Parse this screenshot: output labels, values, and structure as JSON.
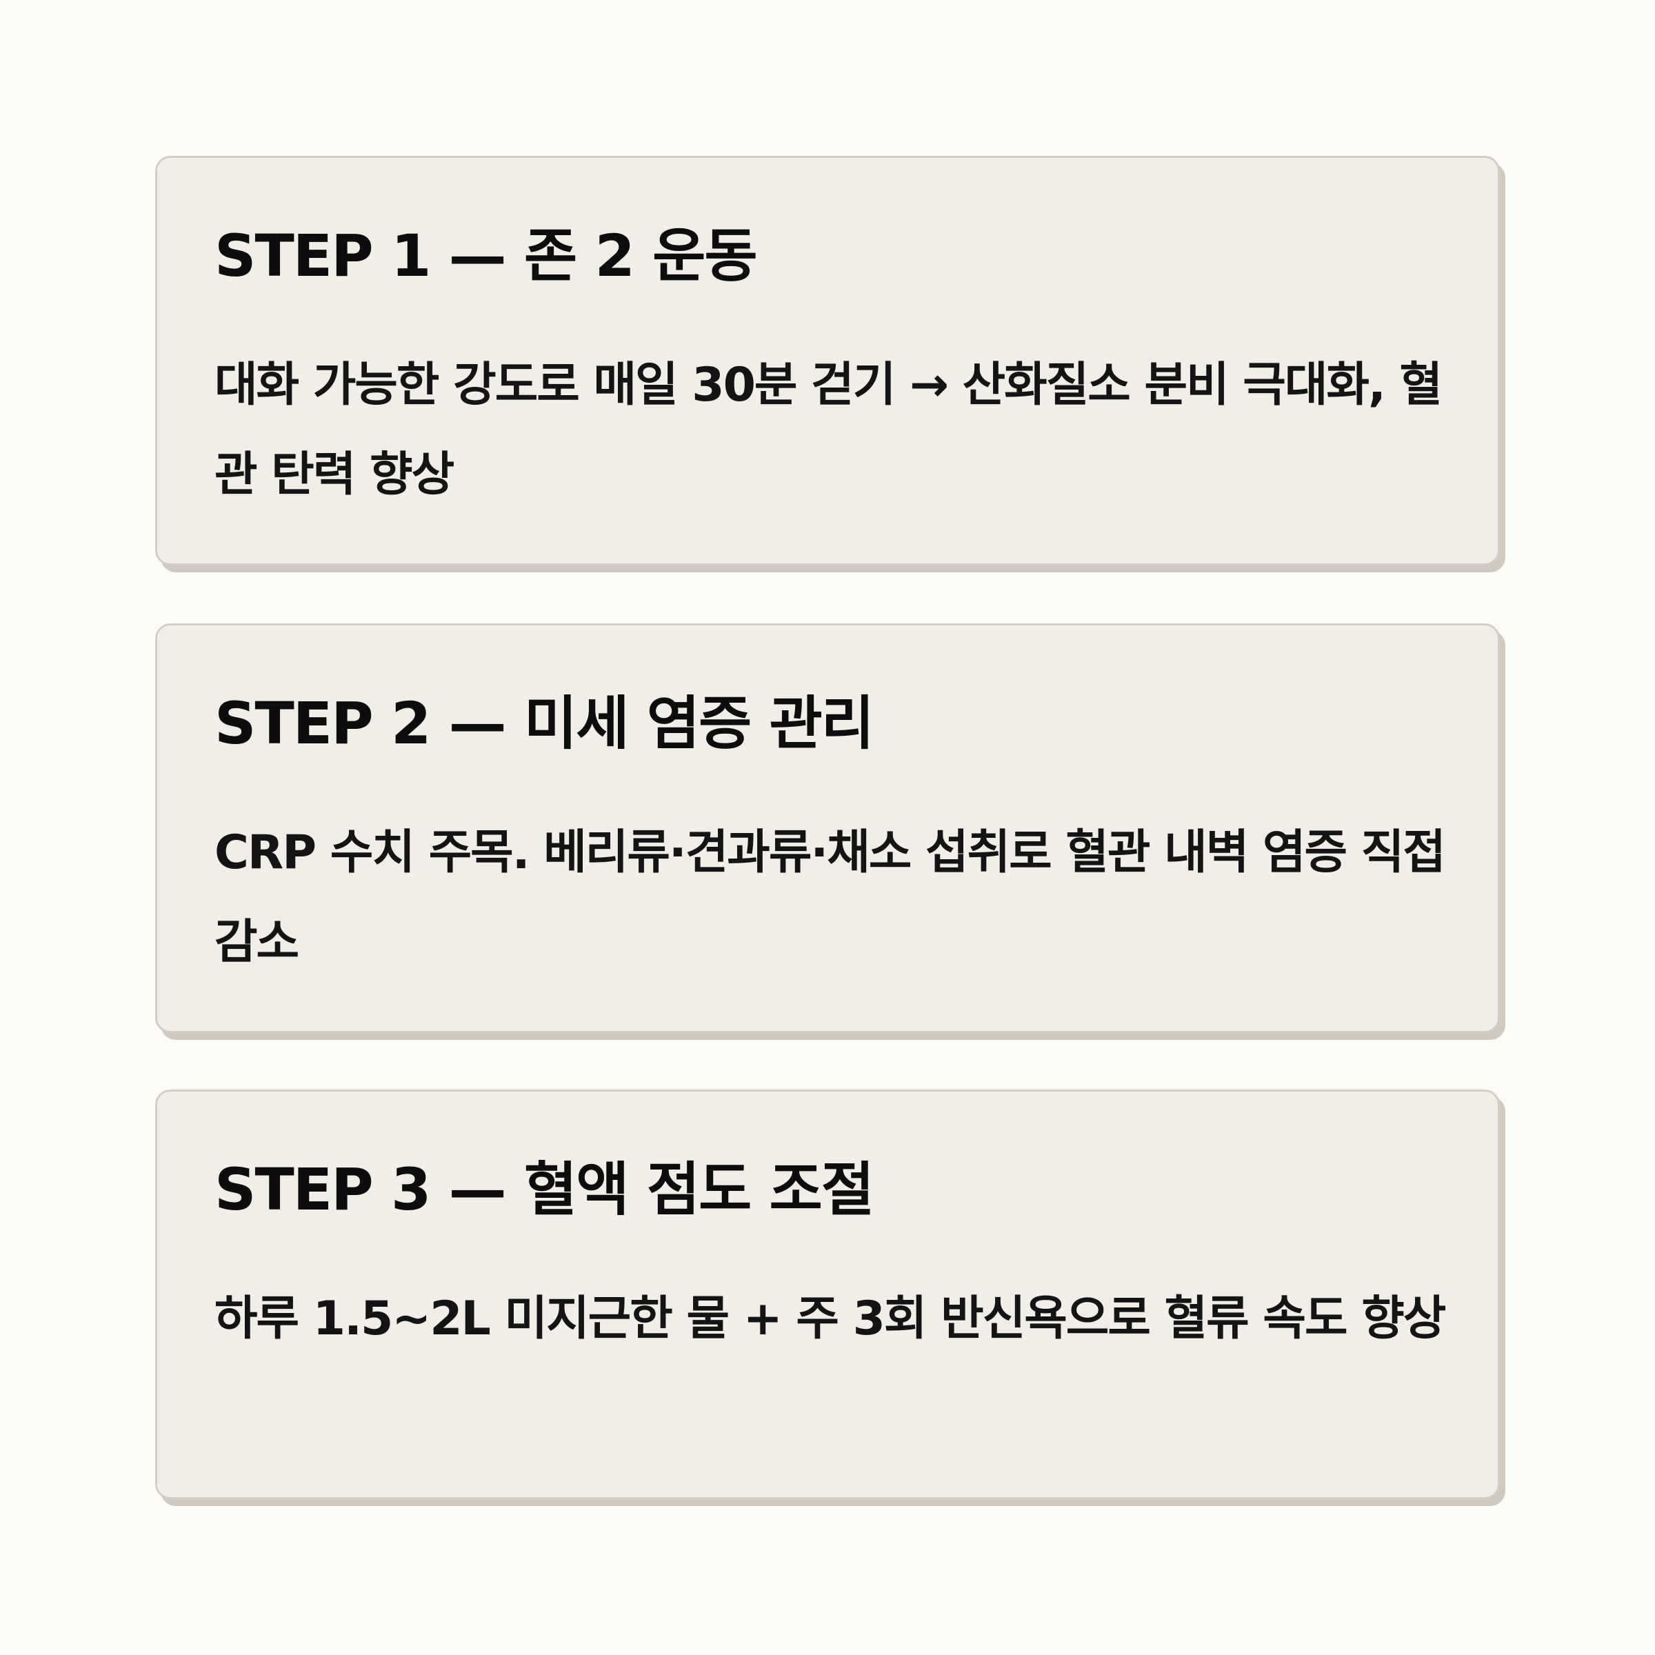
{
  "steps": [
    {
      "title": "STEP 1 — 존 2 운동",
      "description": "대화 가능한 강도로 매일 30분 걷기 → 산화질소 분비 극대화, 혈관 탄력 향상"
    },
    {
      "title": "STEP 2 — 미세 염증 관리",
      "description": "CRP 수치 주목. 베리류·견과류·채소 섭취로 혈관 내벽 염증 직접 감소"
    },
    {
      "title": "STEP 3 — 혈액 점도 조절",
      "description": "하루 1.5~2L 미지근한 물 + 주 3회 반신욕으로 혈류 속도 향상"
    }
  ],
  "colors": {
    "background": "#fcfbf6",
    "card_background": "#f1eee8",
    "card_border": "#d3cdc3",
    "card_shadow": "#cfc9bf",
    "text": "#111111"
  }
}
